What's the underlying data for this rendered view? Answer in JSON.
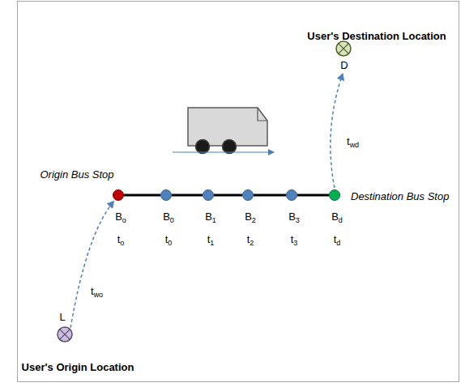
{
  "diagram": {
    "nodes": [
      {
        "text": [
          "L",
          "User's Origin Location"
        ]
      },
      {
        "text": [
          "Origin Bus Stop",
          "Bo",
          "to"
        ]
      },
      {
        "text": [
          "B0",
          "t0"
        ]
      },
      {
        "text": [
          "B1",
          "t1"
        ]
      },
      {
        "text": [
          "B2",
          "t2"
        ]
      },
      {
        "text": [
          "B3",
          "t3"
        ]
      },
      {
        "text": [
          "Destination Bus Stop",
          "Bd",
          "td"
        ]
      },
      {
        "text": [
          "D",
          "User's Destination Location"
        ]
      }
    ],
    "edges": [
      {
        "from": 0,
        "to": 1,
        "arrow": "to",
        "label": "two"
      },
      {
        "from": 1,
        "to": 2,
        "arrow": "none"
      },
      {
        "from": 2,
        "to": 3,
        "arrow": "none"
      },
      {
        "from": 3,
        "to": 4,
        "arrow": "none"
      },
      {
        "from": 4,
        "to": 5,
        "arrow": "none"
      },
      {
        "from": 5,
        "to": 6,
        "arrow": "none"
      },
      {
        "from": 6,
        "to": 7,
        "arrow": "to",
        "label": "twd"
      }
    ]
  }
}
